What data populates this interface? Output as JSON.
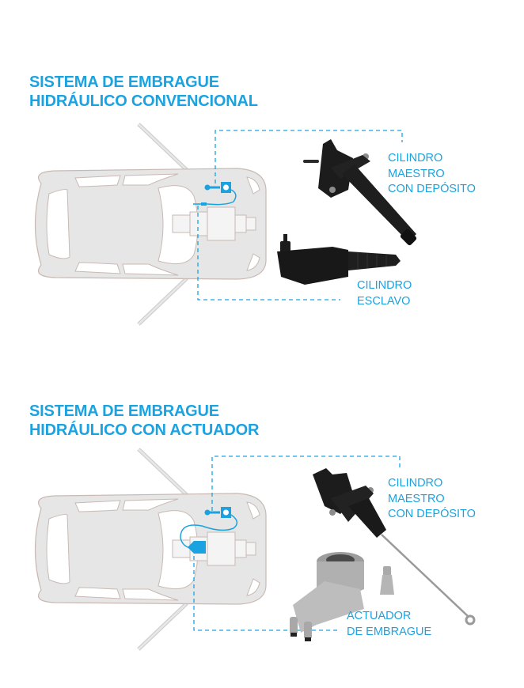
{
  "colors": {
    "accent": "#1aa3e0",
    "car_body": "#e6e6e6",
    "car_outline": "#c9b9b3",
    "part_dark": "#1c1c1c",
    "part_metal": "#a9a9a9"
  },
  "section_conventional": {
    "title_line1": "SISTEMA DE EMBRAGUE",
    "title_line2": "HIDRÁULICO CONVENCIONAL",
    "master_cylinder_label": [
      "CILINDRO",
      "MAESTRO",
      "CON DEPÓSITO"
    ],
    "slave_cylinder_label": [
      "CILINDRO",
      "ESCLAVO"
    ],
    "icons": [
      "car-top-view-icon",
      "master-cylinder-icon",
      "slave-cylinder-icon",
      "master-cylinder-photo",
      "slave-cylinder-photo"
    ]
  },
  "section_actuator": {
    "title_line1": "SISTEMA DE EMBRAGUE",
    "title_line2": "HIDRÁULICO CON ACTUADOR",
    "master_cylinder_label": [
      "CILINDRO",
      "MAESTRO",
      "CON DEPÓSITO"
    ],
    "actuator_label": [
      "ACTUADOR",
      "DE EMBRAGUE"
    ],
    "icons": [
      "car-top-view-icon",
      "master-cylinder-icon",
      "clutch-actuator-icon",
      "master-cylinder-photo",
      "clutch-actuator-photo"
    ]
  }
}
